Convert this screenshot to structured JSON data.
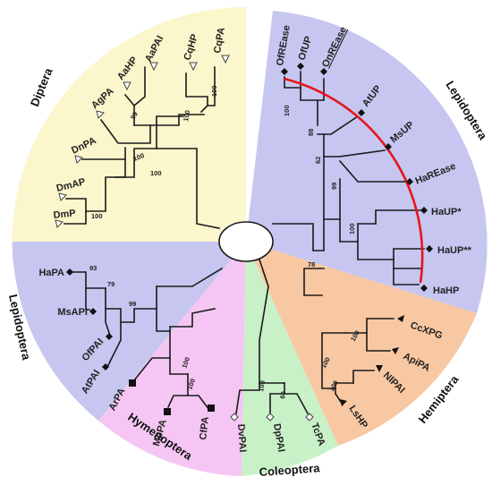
{
  "colors": {
    "diptera": "#fbf6cb",
    "lepidoptera": "#c6c6f1",
    "hemiptera": "#f8c8a2",
    "coleoptera": "#c8f1c8",
    "hymenoptera": "#f5c6f3",
    "red_arc": "#e8141b",
    "line": "#1a1a1a"
  },
  "groups": {
    "diptera": "Diptera",
    "lepidoptera_top": "Lepidoptera",
    "hemiptera": "Hemiptera",
    "coleoptera": "Coleoptera",
    "hymenoptera": "Hymenoptera",
    "lepidoptera_left": "Lepidoptera"
  },
  "leaves": {
    "cqpa": "CqPA",
    "cqhp": "CqHP",
    "aapai": "AaPAI",
    "aahp": "AaHP",
    "agpa": "AgPA",
    "dnpa": "DnPA",
    "dmap": "DmAP",
    "dmp": "DmP",
    "ofrease": "OfREase",
    "ofup": "OfUP",
    "onrease": "OnREase",
    "atup": "AtUP",
    "msup": "MsUP",
    "harease": "HaREase",
    "haup1": "HaUP*",
    "haup2": "HaUP**",
    "hahp": "HaHP",
    "ccxpg": "CcXPG",
    "apipa": "ApiPA",
    "nlpai": "NlPAI",
    "lshp": "LsHP",
    "tcpa": "TcPA",
    "dppai": "DpPAI",
    "dvpai": "DvPAI",
    "cfpa": "CfPA",
    "mppa": "MpPA",
    "arpa": "ArPA",
    "atpai": "AtPAI",
    "ofpai": "OfPAI",
    "mspai": "MsAPI",
    "hapa": "HaPA"
  },
  "markers": {
    "diptera": "open-triangle",
    "lepidoptera": "filled-diamond",
    "hemiptera": "filled-triangle",
    "coleoptera": "open-diamond",
    "hymenoptera": "filled-square"
  },
  "bootstrap": {
    "cq": "100",
    "aa": "99",
    "aa_cq": "100",
    "dipt_upper": "100",
    "dipt_root": "100",
    "dm": "100",
    "of_on": "100",
    "at": "88",
    "ms": "62",
    "ha_re": "99",
    "ha_up": "100",
    "hemi_lepi": "78",
    "hemi_a": "100",
    "hemi_b": "100",
    "hemi_c": "100",
    "cole_a": "60",
    "cole_b": "100",
    "hym": "100",
    "hym_b": "100",
    "lep_left_a": "93",
    "lep_left_b": "79",
    "lep_left_c": "99"
  }
}
